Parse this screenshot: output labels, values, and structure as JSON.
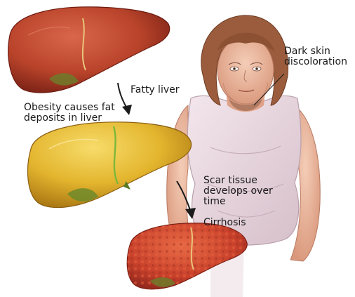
{
  "labels": {
    "obesity": [
      "Obesity causes fat",
      "deposits in liver"
    ],
    "fatty": "Fatty liver",
    "scar": [
      "Scar tissue",
      "develops over",
      "time"
    ],
    "cirrhosis": "Cirrhosis",
    "dark_skin": [
      "Dark skin",
      "discoloration"
    ]
  },
  "colors": {
    "healthy_liver": "#b8432a",
    "fatty_liver": "#e3b52e",
    "cirrhotic_liver": "#c9412b",
    "skin": "#e8b49a",
    "shirt": "#e9d7de",
    "hair": "#9a5c3c"
  }
}
